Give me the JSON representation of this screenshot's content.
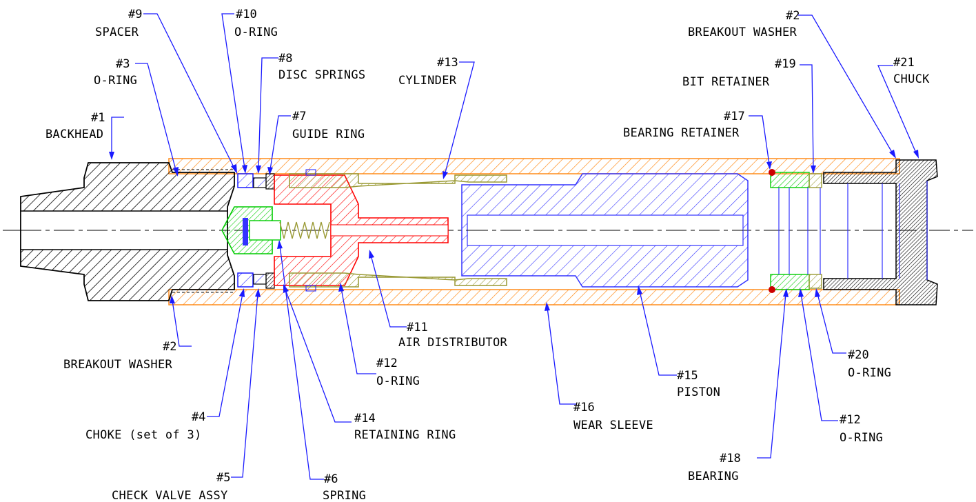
{
  "colors": {
    "background": "#ffffff",
    "leader": "#1a1aff",
    "wear_sleeve": "#ff8c1a",
    "backhead": "#000000",
    "air_distributor": "#ff0000",
    "cylinder": "#999933",
    "piston": "#3333ff",
    "check_valve": "#00cc00",
    "bearing": "#33cc33",
    "oring": "#cc0000"
  },
  "callouts": [
    {
      "id": "c1",
      "number": "#1",
      "label": "BACKHEAD"
    },
    {
      "id": "c2a",
      "number": "#2",
      "label": "BREAKOUT WASHER"
    },
    {
      "id": "c2b",
      "number": "#2",
      "label": "BREAKOUT WASHER"
    },
    {
      "id": "c3",
      "number": "#3",
      "label": "O-RING"
    },
    {
      "id": "c4",
      "number": "#4",
      "label": "CHOKE (set of 3)"
    },
    {
      "id": "c5",
      "number": "#5",
      "label": "CHECK VALVE ASSY"
    },
    {
      "id": "c6",
      "number": "#6",
      "label": "SPRING"
    },
    {
      "id": "c7",
      "number": "#7",
      "label": "GUIDE RING"
    },
    {
      "id": "c8",
      "number": "#8",
      "label": "DISC SPRINGS"
    },
    {
      "id": "c9",
      "number": "#9",
      "label": "SPACER"
    },
    {
      "id": "c10",
      "number": "#10",
      "label": "O-RING"
    },
    {
      "id": "c11",
      "number": "#11",
      "label": "AIR DISTRIBUTOR"
    },
    {
      "id": "c12a",
      "number": "#12",
      "label": "O-RING"
    },
    {
      "id": "c12b",
      "number": "#12",
      "label": "O-RING"
    },
    {
      "id": "c13",
      "number": "#13",
      "label": "CYLINDER"
    },
    {
      "id": "c14",
      "number": "#14",
      "label": "RETAINING RING"
    },
    {
      "id": "c15",
      "number": "#15",
      "label": "PISTON"
    },
    {
      "id": "c16",
      "number": "#16",
      "label": "WEAR SLEEVE"
    },
    {
      "id": "c17",
      "number": "#17",
      "label": "BEARING RETAINER"
    },
    {
      "id": "c18",
      "number": "#18",
      "label": "BEARING"
    },
    {
      "id": "c19",
      "number": "#19",
      "label": "BIT RETAINER"
    },
    {
      "id": "c20",
      "number": "#20",
      "label": "O-RING"
    },
    {
      "id": "c21",
      "number": "#21",
      "label": "CHUCK"
    }
  ]
}
